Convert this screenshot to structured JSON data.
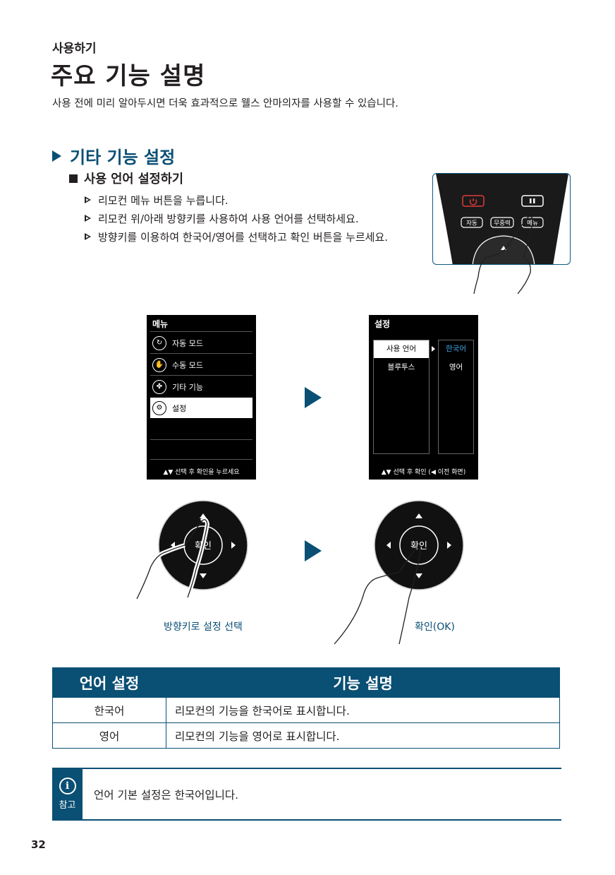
{
  "header": {
    "kicker": "사용하기",
    "title": "주요 기능 설명",
    "intro": "사용 전에 미리 알아두시면 더욱 효과적으로 웰스 안마의자를 사용할 수 있습니다."
  },
  "section": {
    "title": "기타 기능 설정",
    "subtitle": "사용 언어 설정하기",
    "steps": [
      "리모컨 메뉴 버튼을 누릅니다.",
      "리모컨 위/아래 방향키를 사용하여 사용 언어를 선택하세요.",
      "방향키를 이용하여 한국어/영어를 선택하고 확인 버튼을 누르세요."
    ]
  },
  "remote": {
    "btn_auto": "자동",
    "btn_zerog": "무중력",
    "btn_menu": "메뉴"
  },
  "menu_screen": {
    "title": "메뉴",
    "items": [
      "자동 모드",
      "수동 모드",
      "기타 기능",
      "설정"
    ],
    "hint": "▲▼ 선택 후 확인을 누르세요"
  },
  "settings_screen": {
    "title": "설정",
    "left_items": [
      "사용 언어",
      "블루투스"
    ],
    "right_items": [
      "한국어",
      "영어"
    ],
    "hint": "▲▼ 선택 후 확인 (◀ 이전 화면)"
  },
  "dpad": {
    "center_label": "확인"
  },
  "captions": {
    "left": "방향키로 설정 선택",
    "right": "확인(OK)"
  },
  "table": {
    "headers": [
      "언어 설정",
      "기능 설명"
    ],
    "rows": [
      [
        "한국어",
        "리모컨의 기능을 한국어로 표시합니다."
      ],
      [
        "영어",
        "리모컨의 기능을 영어로 표시합니다."
      ]
    ]
  },
  "note": {
    "badge": "참고",
    "text": "언어 기본 설정은 한국어입니다."
  },
  "page_number": "32",
  "colors": {
    "accent": "#0a4f74",
    "power_red": "#e03a3a",
    "highlight_blue": "#3aa8e8"
  }
}
